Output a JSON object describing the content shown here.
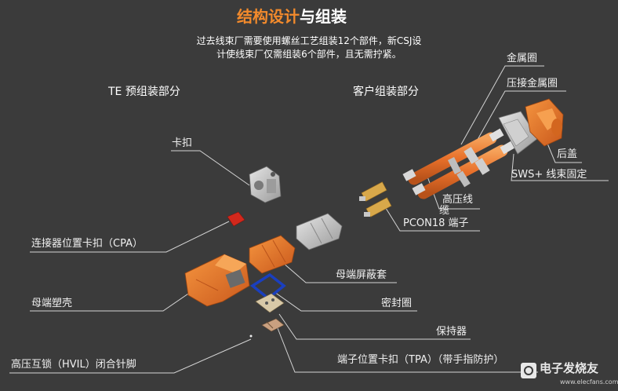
{
  "title": {
    "part1": "结构设计",
    "part2": "与组装"
  },
  "subtitle": {
    "line1": "过去线束厂需要使用螺丝工艺组装12个部件，新CSJ设",
    "line2": "计使线束厂仅需组装6个部件，且无需拧紧。"
  },
  "sections": {
    "left": "TE 预组装部分",
    "right": "客户组装部分"
  },
  "labels": {
    "metal_ring": "金属圈",
    "crimp_ring": "压接金属圈",
    "rear_cover": "后盖",
    "sws": "SWS+ 线束固定",
    "hv_cable_1": "高压线",
    "hv_cable_2": "缆",
    "pcon": "PCON18 端子",
    "clip": "卡扣",
    "cpa": "连接器位置卡扣（CPA）",
    "female_shield": "母端屏蔽套",
    "female_housing": "母端塑壳",
    "seal": "密封圈",
    "retainer": "保持器",
    "hvil": "高压互锁（HVIL）闭合针脚",
    "tpa": "端子位置卡扣（TPA）（带手指防护）"
  },
  "watermark": {
    "text": "电子发烧友",
    "url": "www.elecfans.com"
  },
  "colors": {
    "background": "#3b3b3b",
    "accent": "#f28a2c",
    "part_orange": "#e8702a",
    "line": "#d0d0d0",
    "seal_blue": "#1a3fbf"
  }
}
